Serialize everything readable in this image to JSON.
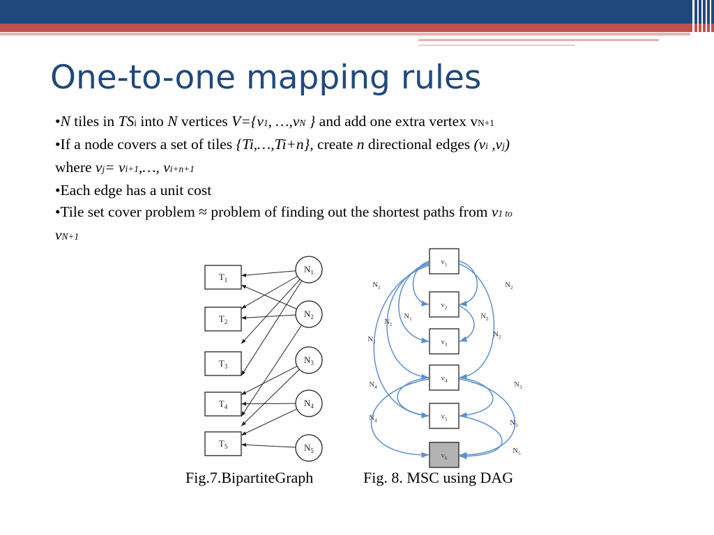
{
  "slide": {
    "title": "One-to-one mapping rules",
    "accent_colors": {
      "title": "#1f497d",
      "band_blue": "#1f497d",
      "band_red": "#c0504d",
      "edge_blue": "#5b8fd0"
    }
  },
  "bullets": {
    "b1": {
      "N1": "N",
      "t1": " tiles in ",
      "TS": "TS",
      "i": "i",
      "t2": " into ",
      "N2": "N",
      "t3": " vertices ",
      "V": "V={v",
      "s1": "1",
      "mid": ", …,v",
      "sN": "N",
      "close": " }",
      "t4": " and add one extra vertex v",
      "sN1": "N+1"
    },
    "b2": {
      "t1": "If a node covers a set of tiles ",
      "set": "{Ti,…,Ti+n},",
      "t2": " create ",
      "n": "n",
      "t3": " directional edges ",
      "e1": "(v",
      "ei": "i",
      "e2": " ,v",
      "ej": "j",
      "e3": ")"
    },
    "b2b": {
      "t1": "where  ",
      "v": "v",
      "sj": "j",
      "eq": "= v",
      "si1": "i+1",
      "dots": ",…, v",
      "sin1": "i+n+1"
    },
    "b3": {
      "t1": "Each edge has a unit cost"
    },
    "b4": {
      "t1": "Tile set cover problem ≈ problem of finding out the shortest paths from ",
      "v": "v",
      "s1": "1 to"
    },
    "b4b": {
      "v": "v",
      "s": "N+1"
    }
  },
  "fig7": {
    "tiles": [
      {
        "id": "T1",
        "base": "T",
        "sub": "1"
      },
      {
        "id": "T2",
        "base": "T",
        "sub": "2"
      },
      {
        "id": "T3",
        "base": "T",
        "sub": "3"
      },
      {
        "id": "T4",
        "base": "T",
        "sub": "4"
      },
      {
        "id": "T5",
        "base": "T",
        "sub": "5"
      }
    ],
    "nodes": [
      {
        "id": "N1",
        "base": "N",
        "sub": "1"
      },
      {
        "id": "N2",
        "base": "N",
        "sub": "2"
      },
      {
        "id": "N3",
        "base": "N",
        "sub": "3"
      },
      {
        "id": "N4",
        "base": "N",
        "sub": "4"
      },
      {
        "id": "N5",
        "base": "N",
        "sub": "5"
      }
    ],
    "edges": [
      [
        "N1",
        "T1"
      ],
      [
        "N1",
        "T2"
      ],
      [
        "N1",
        "T3"
      ],
      [
        "N1",
        "T4"
      ],
      [
        "N2",
        "T1"
      ],
      [
        "N2",
        "T2"
      ],
      [
        "N2",
        "T5"
      ],
      [
        "N3",
        "T4"
      ],
      [
        "N3",
        "T5"
      ],
      [
        "N4",
        "T4"
      ],
      [
        "N4",
        "T5"
      ],
      [
        "N5",
        "T5"
      ]
    ],
    "caption": "Fig.7.BipartiteGraph"
  },
  "fig8": {
    "vertices": [
      {
        "id": "v1",
        "base": "v",
        "sub": "1",
        "shaded": false
      },
      {
        "id": "v2",
        "base": "v",
        "sub": "2",
        "shaded": false
      },
      {
        "id": "v3",
        "base": "v",
        "sub": "3",
        "shaded": false
      },
      {
        "id": "v4",
        "base": "v",
        "sub": "4",
        "shaded": false
      },
      {
        "id": "v5",
        "base": "v",
        "sub": "5",
        "shaded": false
      },
      {
        "id": "v6",
        "base": "v",
        "sub": "6",
        "shaded": true
      }
    ],
    "edges": [
      {
        "from": "v1",
        "to": "v2",
        "label": "N1"
      },
      {
        "from": "v1",
        "to": "v3",
        "label": "N1"
      },
      {
        "from": "v1",
        "to": "v4",
        "label": "N1"
      },
      {
        "from": "v1",
        "to": "v5",
        "label": "N1"
      },
      {
        "from": "v1",
        "to": "v2",
        "label": "N2"
      },
      {
        "from": "v2",
        "to": "v3",
        "label": "N2"
      },
      {
        "from": "v1",
        "to": "v4",
        "label": "N2"
      },
      {
        "from": "v4",
        "to": "v5",
        "label": "N3"
      },
      {
        "from": "v4",
        "to": "v6",
        "label": "N3"
      },
      {
        "from": "v4",
        "to": "v6",
        "label": "N4"
      },
      {
        "from": "v4",
        "to": "v5",
        "label": "N4"
      },
      {
        "from": "v5",
        "to": "v6",
        "label": "N5"
      }
    ],
    "edge_labels": [
      {
        "base": "N",
        "sub": "1"
      },
      {
        "base": "N",
        "sub": "2"
      },
      {
        "base": "N",
        "sub": "1"
      },
      {
        "base": "N",
        "sub": "1"
      },
      {
        "base": "N",
        "sub": "2"
      },
      {
        "base": "N",
        "sub": "1"
      },
      {
        "base": "N",
        "sub": "2"
      },
      {
        "base": "N",
        "sub": "4"
      },
      {
        "base": "N",
        "sub": "3"
      },
      {
        "base": "N",
        "sub": "4"
      },
      {
        "base": "N",
        "sub": "3"
      },
      {
        "base": "N",
        "sub": "5"
      }
    ],
    "caption": "Fig. 8.  MSC using DAG"
  }
}
